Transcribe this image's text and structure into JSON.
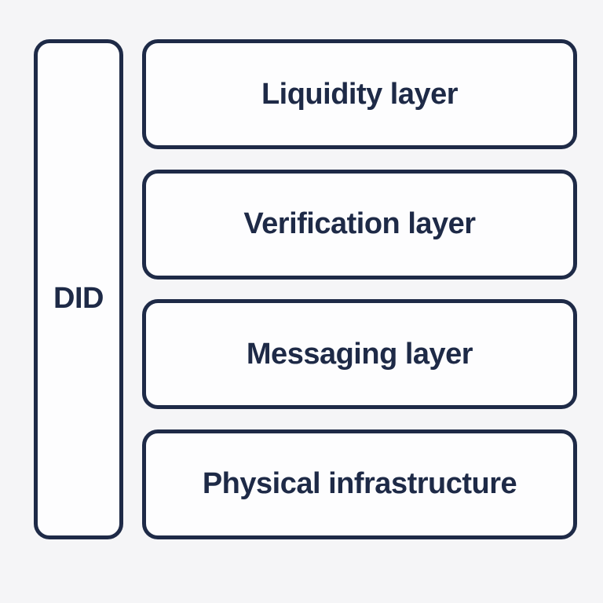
{
  "diagram": {
    "type": "layered-stack",
    "colors": {
      "ink": "#1e2a47",
      "box_fill": "#fdfdfe",
      "background": "#f5f5f7"
    },
    "side_label": {
      "label": "DID"
    },
    "layers": [
      {
        "label": "Liquidity layer"
      },
      {
        "label": "Verification layer"
      },
      {
        "label": "Messaging layer"
      },
      {
        "label": "Physical infrastructure"
      }
    ]
  }
}
